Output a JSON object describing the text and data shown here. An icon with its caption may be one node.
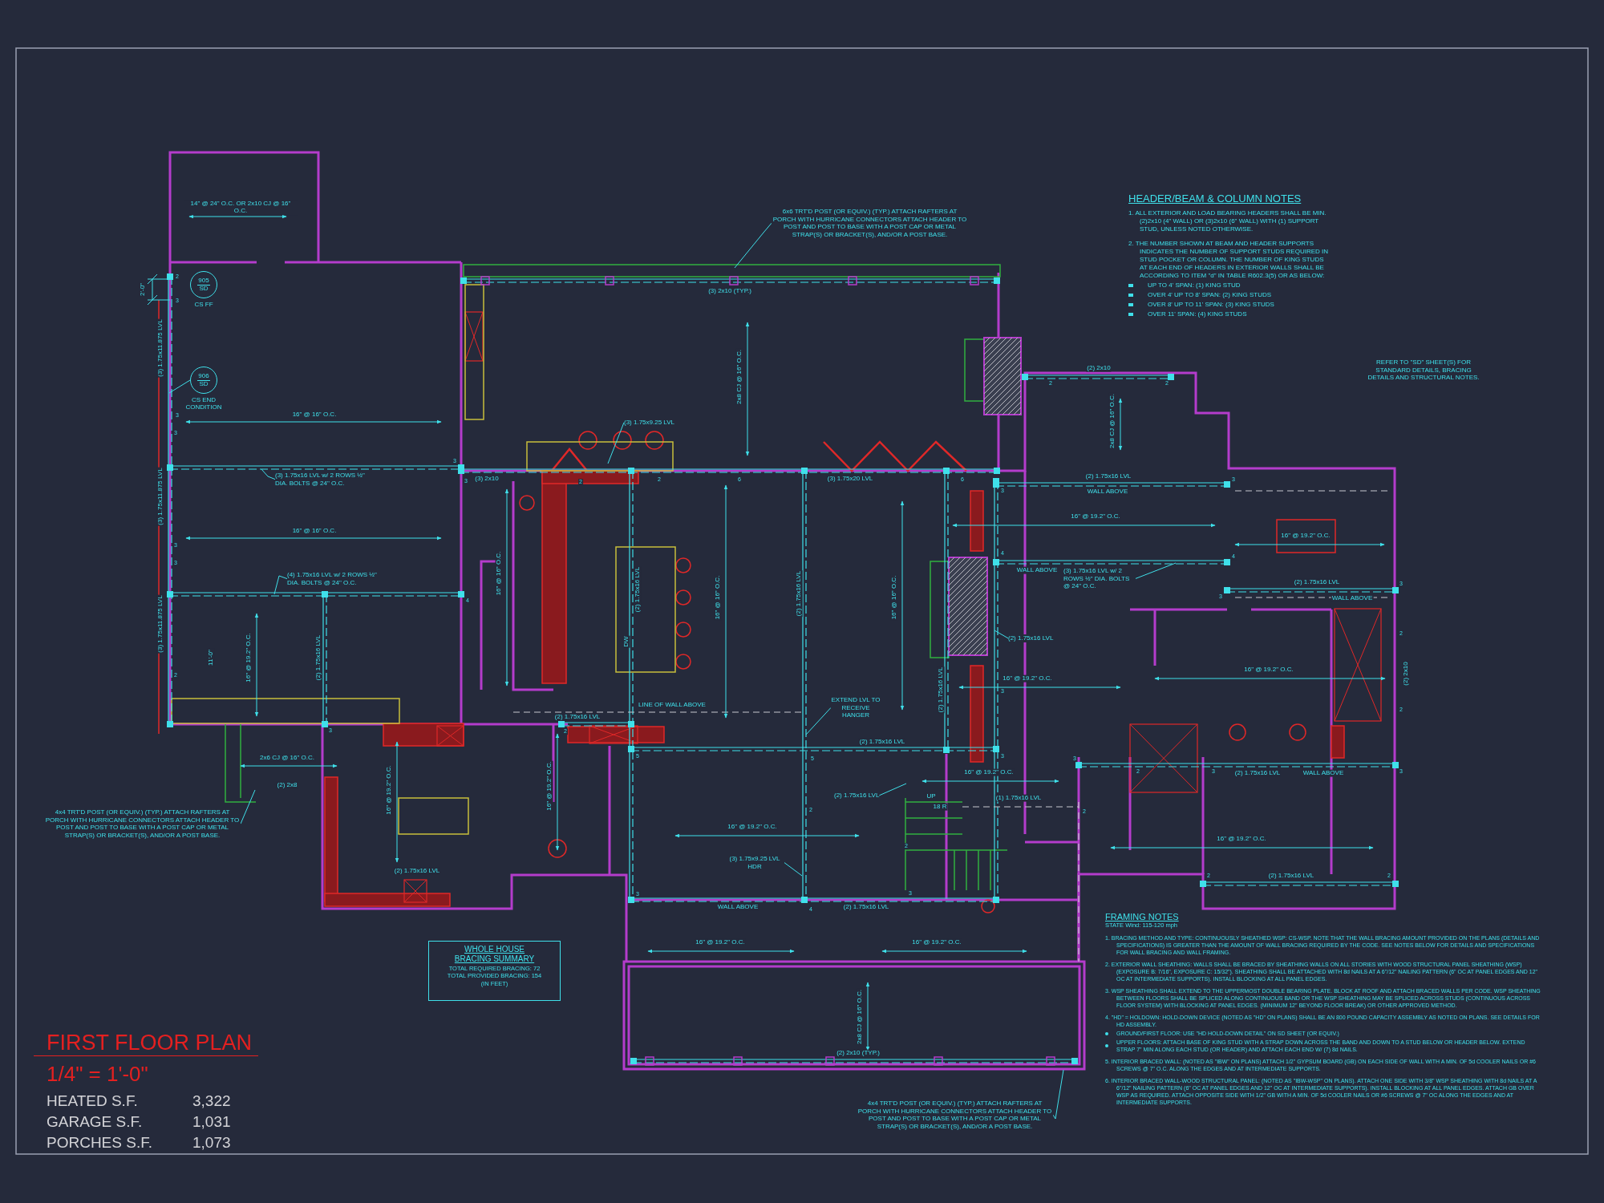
{
  "diagram": {
    "title": "FIRST FLOOR PLAN",
    "nodes": [
      {
        "text": [
          "WHOLE HOUSE BRACING SUMMARY",
          "TOTAL REQUIRED BRACING: 72",
          "TOTAL PROVIDED BRACING: 154",
          "(IN FEET)"
        ]
      },
      {
        "text": [
          "905",
          "SD"
        ],
        "beside": [
          "CS FF"
        ]
      },
      {
        "text": [
          "906",
          "SD"
        ],
        "beside": [
          "CS END CONDITION"
        ]
      },
      {
        "text": [
          "6x6 TRT'D POST (OR EQUIV.) (TYP.) ATTACH RAFTERS AT PORCH WITH HURRICANE CONNECTORS ATTACH HEADER TO POST AND POST TO BASE WITH A POST CAP OR METAL STRAP(S) OR BRACKET(S), AND/OR A POST BASE."
        ]
      },
      {
        "text": [
          "4x4 TRT'D POST (OR EQUIV.) (TYP.) ATTACH RAFTERS AT PORCH WITH HURRICANE CONNECTORS ATTACH HEADER TO POST AND POST TO BASE WITH A POST CAP OR METAL STRAP(S) OR BRACKET(S), AND/OR A POST BASE."
        ]
      },
      {
        "text": [
          "4x4 TRT'D POST (OR EQUIV.) (TYP.) ATTACH RAFTERS AT PORCH WITH HURRICANE CONNECTORS ATTACH HEADER TO POST AND POST TO BASE WITH A POST CAP OR METAL STRAP(S) OR BRACKET(S), AND/OR A POST BASE."
        ]
      },
      {
        "text": [
          "(3) 1.75x16 LVL w/ 2 ROWS ½\" DIA. BOLTS @ 24\" O.C."
        ]
      },
      {
        "text": [
          "(4) 1.75x16 LVL w/ 2 ROWS ½\" DIA. BOLTS @ 24\" O.C."
        ]
      },
      {
        "text": [
          "(3) 1.75x9.25 LVL"
        ]
      },
      {
        "text": [
          "EXTEND LVL TO RECEIVE HANGER"
        ]
      },
      {
        "text": [
          "(3) 1.75x9.25 LVL HDR"
        ]
      },
      {
        "text": [
          "(2) 1.75x16 LVL"
        ]
      },
      {
        "text": [
          "(3) 1.75x16 LVL w/ 2 ROWS ½\" DIA. BOLTS @ 24\" O.C."
        ]
      },
      {
        "text": [
          "(2) 1.75x16 LVL"
        ]
      }
    ],
    "edges": [
      {
        "from": 2,
        "to": null,
        "arrow": "none"
      },
      {
        "from": 3,
        "to": null,
        "arrow": "none"
      },
      {
        "from": 4,
        "to": null,
        "arrow": "none"
      },
      {
        "from": 5,
        "to": null,
        "arrow": "none"
      },
      {
        "from": 6,
        "to": null,
        "arrow": "none"
      },
      {
        "from": 7,
        "to": null,
        "arrow": "none"
      },
      {
        "from": 8,
        "to": null,
        "arrow": "none"
      },
      {
        "from": 9,
        "to": null,
        "arrow": "none"
      },
      {
        "from": 10,
        "to": null,
        "arrow": "none"
      },
      {
        "from": 11,
        "to": null,
        "arrow": "none"
      },
      {
        "from": 12,
        "to": null,
        "arrow": "none"
      },
      {
        "from": 13,
        "to": null,
        "arrow": "none"
      }
    ],
    "labels": [
      "1/4\" = 1'-0\"",
      "HEATED S.F.",
      "3,322",
      "GARAGE S.F.",
      "1,031",
      "PORCHES S.F.",
      "1,073",
      "HEADER/BEAM & COLUMN NOTES",
      "1. ALL EXTERIOR AND LOAD BEARING HEADERS SHALL BE MIN. (2)2x10 (4\" WALL) OR (3)2x10 (6\" WALL) WITH (1) SUPPORT STUD, UNLESS NOTED OTHERWISE.",
      "2. THE NUMBER SHOWN AT BEAM AND HEADER SUPPORTS INDICATES THE NUMBER OF SUPPORT STUDS REQUIRED IN STUD POCKET OR COLUMN. THE NUMBER OF KING STUDS AT EACH END OF HEADERS IN EXTERIOR WALLS SHALL BE ACCORDING TO ITEM \"d\" IN TABLE R602.3(5) OR AS BELOW:",
      "UP TO 4' SPAN: (1) KING STUD",
      "OVER 4' UP TO 8' SPAN: (2) KING STUDS",
      "OVER 8' UP TO 11' SPAN: (3) KING STUDS",
      "OVER 11' SPAN: (4) KING STUDS",
      "REFER TO \"SD\" SHEET(S) FOR STANDARD DETAILS, BRACING DETAILS AND STRUCTURAL NOTES.",
      "FRAMING NOTES",
      "STATE Wind: 115-120 mph",
      "1. BRACING METHOD AND TYPE: CONTINUOUSLY SHEATHED WSP: CS-WSP. NOTE THAT THE WALL BRACING AMOUNT PROVIDED ON THE PLANS (DETAILS AND SPECIFICATIONS) IS GREATER THAN THE AMOUNT OF WALL BRACING REQUIRED BY THE CODE. SEE NOTES BELOW FOR DETAILS AND SPECIFICATIONS FOR WALL BRACING AND WALL FRAMING.",
      "2. EXTERIOR WALL SHEATHING: WALLS SHALL BE BRACED BY SHEATHING WALLS ON ALL STORIES WITH WOOD STRUCTURAL PANEL SHEATHING (WSP) (EXPOSURE B: 7/16\", EXPOSURE C: 15/32\"). SHEATHING SHALL BE ATTACHED WITH 8d NAILS AT A 6\"/12\" NAILING PATTERN (6\" OC AT PANEL EDGES AND 12\" OC AT INTERMEDIATE SUPPORTS). INSTALL BLOCKING AT ALL PANEL EDGES.",
      "3. WSP SHEATHING SHALL EXTEND TO THE UPPERMOST DOUBLE BEARING PLATE. BLOCK AT ROOF AND ATTACH BRACED WALLS PER CODE. WSP SHEATHING BETWEEN FLOORS SHALL BE SPLICED ALONG CONTINUOUS BAND OR THE WSP SHEATHING MAY BE SPLICED ACROSS STUDS (CONTINUOUS ACROSS FLOOR SYSTEM) WITH BLOCKING AT PANEL EDGES. (MINIMUM 12\" BEYOND FLOOR BREAK) OR OTHER APPROVED METHOD.",
      "4. \"HD\" = HOLDOWN: HOLD-DOWN DEVICE (NOTED AS \"HD\" ON PLANS) SHALL BE AN 800 POUND CAPACITY ASSEMBLY AS NOTED ON PLANS. SEE DETAILS FOR HD ASSEMBLY.",
      "GROUND/FIRST FLOOR: USE \"HD HOLD-DOWN DETAIL\" ON SD SHEET (OR EQUIV.)",
      "UPPER FLOORS: ATTACH BASE OF KING STUD WITH A STRAP DOWN ACROSS THE BAND AND DOWN TO A STUD BELOW OR HEADER BELOW. EXTEND STRAP 7\" MIN ALONG EACH STUD (OR HEADER) AND ATTACH EACH END W/ (7) 8d NAILS.",
      "5. INTERIOR BRACED WALL: (NOTED AS \"IBW\" ON PLANS) ATTACH 1/2\" GYPSUM BOARD (GB) ON EACH SIDE OF WALL WITH A MIN. OF 5d COOLER NAILS OR #6 SCREWS @ 7\" O.C. ALONG THE EDGES AND AT INTERMEDIATE SUPPORTS.",
      "6. INTERIOR BRACED WALL-WOOD STRUCTURAL PANEL: (NOTED AS \"IBW-WSP\" ON PLANS). ATTACH ONE SIDE WITH 3/8\" WSP SHEATHING WITH 8d NAILS AT A 6\"/12\" NAILING PATTERN (6\" OC AT PANEL EDGES AND 12\" OC AT INTERMEDIATE SUPPORTS). INSTALL BLOCKING AT ALL PANEL EDGES. ATTACH GB OVER WSP AS REQUIRED. ATTACH OPPOSITE SIDE WITH 1/2\" GB WITH A MIN. OF 5d COOLER NAILS OR #6 SCREWS @ 7\" OC ALONG THE EDGES AND AT INTERMEDIATE SUPPORTS.",
      "2'-0\"",
      "14\" @ 24\" O.C. OR 2x10 CJ @ 16\" O.C.",
      "16\" @ 16\" O.C.",
      "16\" @ 16\" O.C.",
      "(3) 1.75x11.875 LVL",
      "(3) 1.75x11.875 LVL",
      "(3) 1.75x11.875 LVL",
      "11'-0\"",
      "16\" @ 19.2\" O.C.",
      "(2) 1.75x16 LVL",
      "2x6 CJ @ 16\" O.C.",
      "(2) 2x8",
      "16\" @ 19.2\" O.C.",
      "(2) 1.75x16 LVL",
      "(3) 2x10 (TYP.)",
      "2x8 CJ @ 16\" O.C.",
      "(3) 2x10",
      "(3) 1.75x20 LVL",
      "16\" @ 16\" O.C.",
      "(2) 1.75x16 LVL",
      "DW",
      "16\" @ 16\" O.C.",
      "(2) 1.75x16 LVL",
      "16\" @ 16\" O.C.",
      "(2) 1.75x16 LVL",
      "LINE OF WALL ABOVE",
      "(2) 1.75x16 LVL",
      "(2) 1.75x16 LVL",
      "16\" @ 19.2\" O.C.",
      "16\" @ 19.2\" O.C.",
      "16\" @ 19.2\" O.C.",
      "(1) 1.75x16 LVL",
      "UP",
      "18 R",
      "WALL ABOVE",
      "(2) 1.75x16 LVL",
      "16\" @ 19.2\" O.C.",
      "16\" @ 19.2\" O.C.",
      "2x8 CJ @ 16\" O.C.",
      "(2) 2x10 (TYP.)",
      "(2) 2x10",
      "2x8 CJ @ 16\" O.C.",
      "(2) 1.75x16 LVL",
      "WALL ABOVE",
      "16\" @ 19.2\" O.C.",
      "16\" @ 19.2\" O.C.",
      "WALL ABOVE",
      "(2) 1.75x16 LVL",
      "WALL ABOVE",
      "16\" @ 19.2\" O.C.",
      "16\" @ 19.2\" O.C.",
      "(2) 2x10",
      "(2) 1.75x16 LVL",
      "WALL ABOVE",
      "16\" @ 19.2\" O.C.",
      "(2) 1.75x16 LVL",
      "2",
      "3",
      "3",
      "3",
      "3",
      "3",
      "2",
      "3",
      "4",
      "3",
      "3",
      "2",
      "2",
      "6",
      "6",
      "3",
      "4",
      "3",
      "2",
      "5",
      "5",
      "3",
      "2",
      "2",
      "3",
      "4",
      "3",
      "2",
      "2",
      "3",
      "4",
      "3",
      "3",
      "2",
      "2",
      "3",
      "2",
      "3",
      "3",
      "2",
      "2",
      "2"
    ]
  }
}
